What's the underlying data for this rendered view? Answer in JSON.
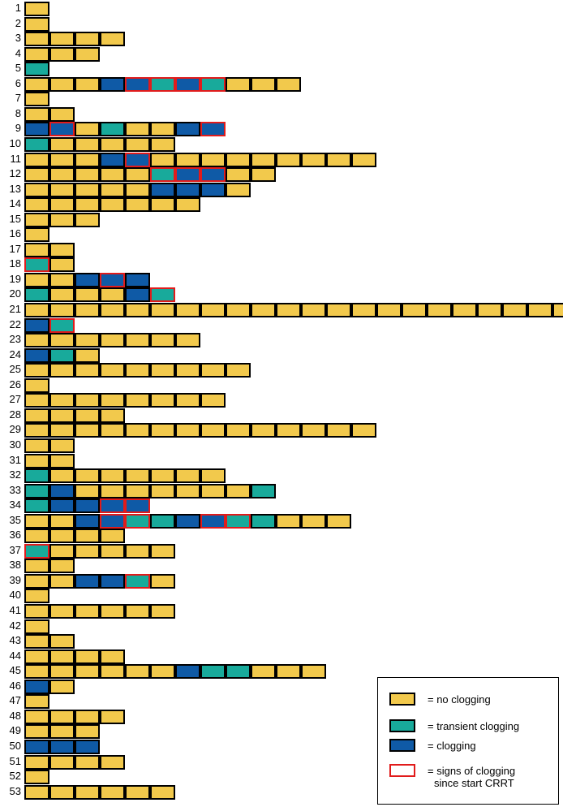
{
  "rows": [
    {
      "label": "1",
      "cells": [
        "n"
      ]
    },
    {
      "label": "2",
      "cells": [
        "n"
      ]
    },
    {
      "label": "3",
      "cells": [
        "n",
        "n",
        "n",
        "n"
      ]
    },
    {
      "label": "4",
      "cells": [
        "n",
        "n",
        "n"
      ]
    },
    {
      "label": "5",
      "cells": [
        "t"
      ]
    },
    {
      "label": "6",
      "cells": [
        "n",
        "n",
        "n",
        "c",
        "cs",
        "ts",
        "cs",
        "ts",
        "n",
        "n",
        "n"
      ]
    },
    {
      "label": "7",
      "cells": [
        "n"
      ]
    },
    {
      "label": "8",
      "cells": [
        "n",
        "n"
      ]
    },
    {
      "label": "9",
      "cells": [
        "c",
        "cs",
        "n",
        "t",
        "n",
        "n",
        "c",
        "cs"
      ]
    },
    {
      "label": "10",
      "cells": [
        "t",
        "n",
        "n",
        "n",
        "n",
        "n"
      ]
    },
    {
      "label": "11",
      "cells": [
        "n",
        "n",
        "n",
        "c",
        "cs",
        "n",
        "n",
        "n",
        "n",
        "n",
        "n",
        "n",
        "n",
        "n"
      ]
    },
    {
      "label": "12",
      "cells": [
        "n",
        "n",
        "n",
        "n",
        "n",
        "ts",
        "cs",
        "cs",
        "n",
        "n"
      ]
    },
    {
      "label": "13",
      "cells": [
        "n",
        "n",
        "n",
        "n",
        "n",
        "c",
        "c",
        "c",
        "n"
      ]
    },
    {
      "label": "14",
      "cells": [
        "n",
        "n",
        "n",
        "n",
        "n",
        "n",
        "n"
      ]
    },
    {
      "label": "15",
      "cells": [
        "n",
        "n",
        "n"
      ]
    },
    {
      "label": "16",
      "cells": [
        "n"
      ]
    },
    {
      "label": "17",
      "cells": [
        "n",
        "n"
      ]
    },
    {
      "label": "18",
      "cells": [
        "ts",
        "n"
      ]
    },
    {
      "label": "19",
      "cells": [
        "n",
        "n",
        "c",
        "cs",
        "c"
      ]
    },
    {
      "label": "20",
      "cells": [
        "t",
        "n",
        "n",
        "n",
        "c",
        "ts"
      ]
    },
    {
      "label": "21",
      "cells": [
        "n",
        "n",
        "n",
        "n",
        "n",
        "n",
        "n",
        "n",
        "n",
        "n",
        "n",
        "n",
        "n",
        "n",
        "n",
        "n",
        "n",
        "n",
        "n",
        "n",
        "n",
        "n"
      ]
    },
    {
      "label": "22",
      "cells": [
        "c",
        "ts"
      ]
    },
    {
      "label": "23",
      "cells": [
        "n",
        "n",
        "n",
        "n",
        "n",
        "n",
        "n"
      ]
    },
    {
      "label": "24",
      "cells": [
        "c",
        "t",
        "n"
      ]
    },
    {
      "label": "25",
      "cells": [
        "n",
        "n",
        "n",
        "n",
        "n",
        "n",
        "n",
        "n",
        "n"
      ]
    },
    {
      "label": "26",
      "cells": [
        "n"
      ]
    },
    {
      "label": "27",
      "cells": [
        "n",
        "n",
        "n",
        "n",
        "n",
        "n",
        "n",
        "n"
      ]
    },
    {
      "label": "28",
      "cells": [
        "n",
        "n",
        "n",
        "n"
      ]
    },
    {
      "label": "29",
      "cells": [
        "n",
        "n",
        "n",
        "n",
        "n",
        "n",
        "n",
        "n",
        "n",
        "n",
        "n",
        "n",
        "n",
        "n"
      ]
    },
    {
      "label": "30",
      "cells": [
        "n",
        "n"
      ]
    },
    {
      "label": "31",
      "cells": [
        "n",
        "n"
      ]
    },
    {
      "label": "32",
      "cells": [
        "t",
        "n",
        "n",
        "n",
        "n",
        "n",
        "n",
        "n"
      ]
    },
    {
      "label": "33",
      "cells": [
        "t",
        "c",
        "n",
        "n",
        "n",
        "n",
        "n",
        "n",
        "n",
        "t"
      ]
    },
    {
      "label": "34",
      "cells": [
        "t",
        "c",
        "c",
        "cs",
        "cs"
      ]
    },
    {
      "label": "35",
      "cells": [
        "n",
        "n",
        "c",
        "cs",
        "ts",
        "t",
        "c",
        "cs",
        "ts",
        "t",
        "n",
        "n",
        "n"
      ]
    },
    {
      "label": "36",
      "cells": [
        "n",
        "n",
        "n",
        "n"
      ]
    },
    {
      "label": "37",
      "cells": [
        "ts",
        "n",
        "n",
        "n",
        "n",
        "n"
      ]
    },
    {
      "label": "38",
      "cells": [
        "n",
        "n"
      ]
    },
    {
      "label": "39",
      "cells": [
        "n",
        "n",
        "c",
        "c",
        "ts",
        "n"
      ]
    },
    {
      "label": "40",
      "cells": [
        "n"
      ]
    },
    {
      "label": "41",
      "cells": [
        "n",
        "n",
        "n",
        "n",
        "n",
        "n"
      ]
    },
    {
      "label": "42",
      "cells": [
        "n"
      ]
    },
    {
      "label": "43",
      "cells": [
        "n",
        "n"
      ]
    },
    {
      "label": "44",
      "cells": [
        "n",
        "n",
        "n",
        "n"
      ]
    },
    {
      "label": "45",
      "cells": [
        "n",
        "n",
        "n",
        "n",
        "n",
        "n",
        "c",
        "t",
        "t",
        "n",
        "n",
        "n"
      ]
    },
    {
      "label": "46",
      "cells": [
        "c",
        "n"
      ]
    },
    {
      "label": "47",
      "cells": [
        "n"
      ]
    },
    {
      "label": "48",
      "cells": [
        "n",
        "n",
        "n",
        "n"
      ]
    },
    {
      "label": "49",
      "cells": [
        "n",
        "n",
        "n"
      ]
    },
    {
      "label": "50",
      "cells": [
        "c",
        "c",
        "c"
      ]
    },
    {
      "label": "51",
      "cells": [
        "n",
        "n",
        "n",
        "n"
      ]
    },
    {
      "label": "52",
      "cells": [
        "n"
      ]
    },
    {
      "label": "53",
      "cells": [
        "n",
        "n",
        "n",
        "n",
        "n",
        "n"
      ]
    }
  ],
  "legend": {
    "no_clogging": "= no clogging",
    "transient_clogging": "= transient clogging",
    "clogging": "= clogging",
    "signs_line1": "= signs of clogging",
    "signs_line2": "since start CRRT"
  },
  "colors": {
    "no_clogging": "#f2c94c",
    "transient_clogging": "#18aa9b",
    "clogging": "#0f5aa6",
    "signs_border": "#e11b1b"
  }
}
